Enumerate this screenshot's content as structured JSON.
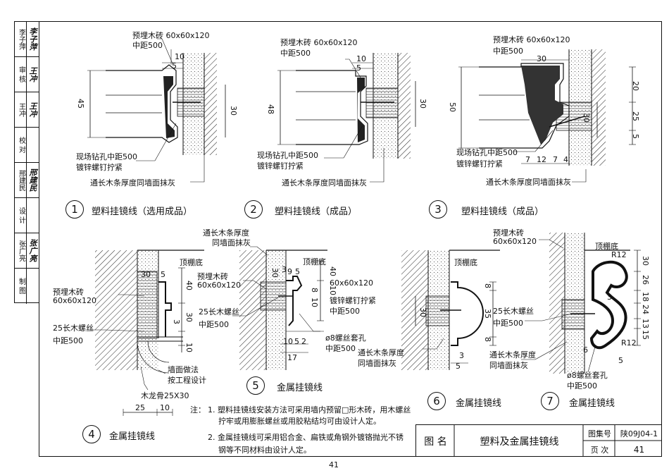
{
  "sidebar": [
    {
      "label": "李子萍",
      "sig": "李子萍"
    },
    {
      "label": "审 核",
      "sig": "王冲"
    },
    {
      "label": "王冲",
      "sig": "王冲"
    },
    {
      "label": "校 对",
      "sig": ""
    },
    {
      "label": "邢建民",
      "sig": "邢建民"
    },
    {
      "label": "设 计",
      "sig": ""
    },
    {
      "label": "张广亮",
      "sig": "张广亮"
    },
    {
      "label": "制 图",
      "sig": ""
    }
  ],
  "details": [
    {
      "num": "1",
      "title": "塑料挂镜线（选用成品）"
    },
    {
      "num": "2",
      "title": "塑料挂镜线（成品）"
    },
    {
      "num": "3",
      "title": "塑料挂镜线（成品）"
    },
    {
      "num": "4",
      "title": "金属挂镜线"
    },
    {
      "num": "5",
      "title": "金属挂镜线"
    },
    {
      "num": "6",
      "title": "金属挂镜线"
    },
    {
      "num": "7",
      "title": "金属挂镜线"
    }
  ],
  "labels": {
    "brick1": "预埋木砖 60x60x120",
    "spacing500": "中距500",
    "drill1": "现场钻孔中距500",
    "screw1": "镀锌螺钉拧紧",
    "strip1": "通长木条厚度同墙面抹灰",
    "brick3": "预埋木砖 60x60x120",
    "strip5a": "通长木条厚度",
    "strip5b": "同墙面抹灰",
    "ceiling": "顶棚底",
    "brick4a": "预埋木砖",
    "brick4b": "60x60x120",
    "screw25a": "25长木螺丝",
    "screw25b": "中距500",
    "wallfin1": "墙面做法",
    "wallfin2": "按工程设计",
    "keel": "木龙骨25X30",
    "brick5a": "预埋木砖",
    "brick5b": "60x60x120",
    "screw5": "镀锌螺钉拧紧",
    "sp5": "中距500",
    "sleeve1": "ø8螺丝套孔",
    "sleeve2": "中距500",
    "strip6a": "通长木条厚度",
    "strip6b": "同墙面抹灰",
    "brick7a": "预埋木砖",
    "brick7b": "60x60x120",
    "screw7a": "25长木螺丝",
    "screw7b": "中距500",
    "sleeve7a": "ø8螺丝套孔",
    "sleeve7b": "中距500"
  },
  "dims": {
    "d1_45": "45",
    "d1_30": "30",
    "d1_10": "10",
    "d1_5": "5",
    "d2_48": "48",
    "d2_30": "30",
    "d2_10": "10",
    "d2_5": "5",
    "d3_50": "50",
    "d3_30": "30",
    "d3_30b": "30",
    "d3_20": "20",
    "d3_25": "25",
    "d3_5": "5",
    "d3_b7": "7",
    "d3_b12": "12",
    "d3_b7b": "7",
    "d3_b4": "4",
    "d4_30": "30",
    "d4_5": "5",
    "d4_40": "40",
    "d4_30b": "30",
    "d4_3": "3",
    "d4_10": "10",
    "d4_25": "25",
    "d4_10b": "10",
    "d5_3": "3",
    "d5_9": "9",
    "d5_5": "5",
    "d5_30": "30",
    "d5_40": "40",
    "d5_8": "8",
    "d5_10": "10",
    "d5_10b": "10",
    "d5_10c": "10",
    "d5_5b": "5",
    "d5_2": "2",
    "d5_17": "17",
    "d6_8": "8",
    "d6_35": "35",
    "d6_8b": "8",
    "d6_30": "30",
    "d6_3": "3",
    "d6_5": "5",
    "d7_30": "30",
    "d7_26": "26",
    "d7_18": "18",
    "d7_24": "24",
    "d7_13": "13",
    "d7_15": "15",
    "d7_6": "6",
    "d7_5": "5",
    "d7_3": "3",
    "d7_r12": "R12",
    "d7_r12b": "R12"
  },
  "notes": {
    "head": "注：",
    "n1a": "1. 塑料挂镜线安装方法可采用墙内预留□形木砖，用木螺丝",
    "n1b": "拧牢或用膨胀螺丝或用胶粘结均可由设计人定。",
    "n2a": "2. 金属挂镜线可采用铝合金、扁铁或角钢外镀铬抛光不锈",
    "n2b": "钢等不同材料由设计人定。"
  },
  "titleblock": {
    "tuming_label": "图 名",
    "tuming": "塑料及金属挂镜线",
    "tujihao_label": "图集号",
    "tujihao": "陕09J04-1",
    "yeci_label": "页 次",
    "yeci": "41"
  },
  "page_number": "41"
}
